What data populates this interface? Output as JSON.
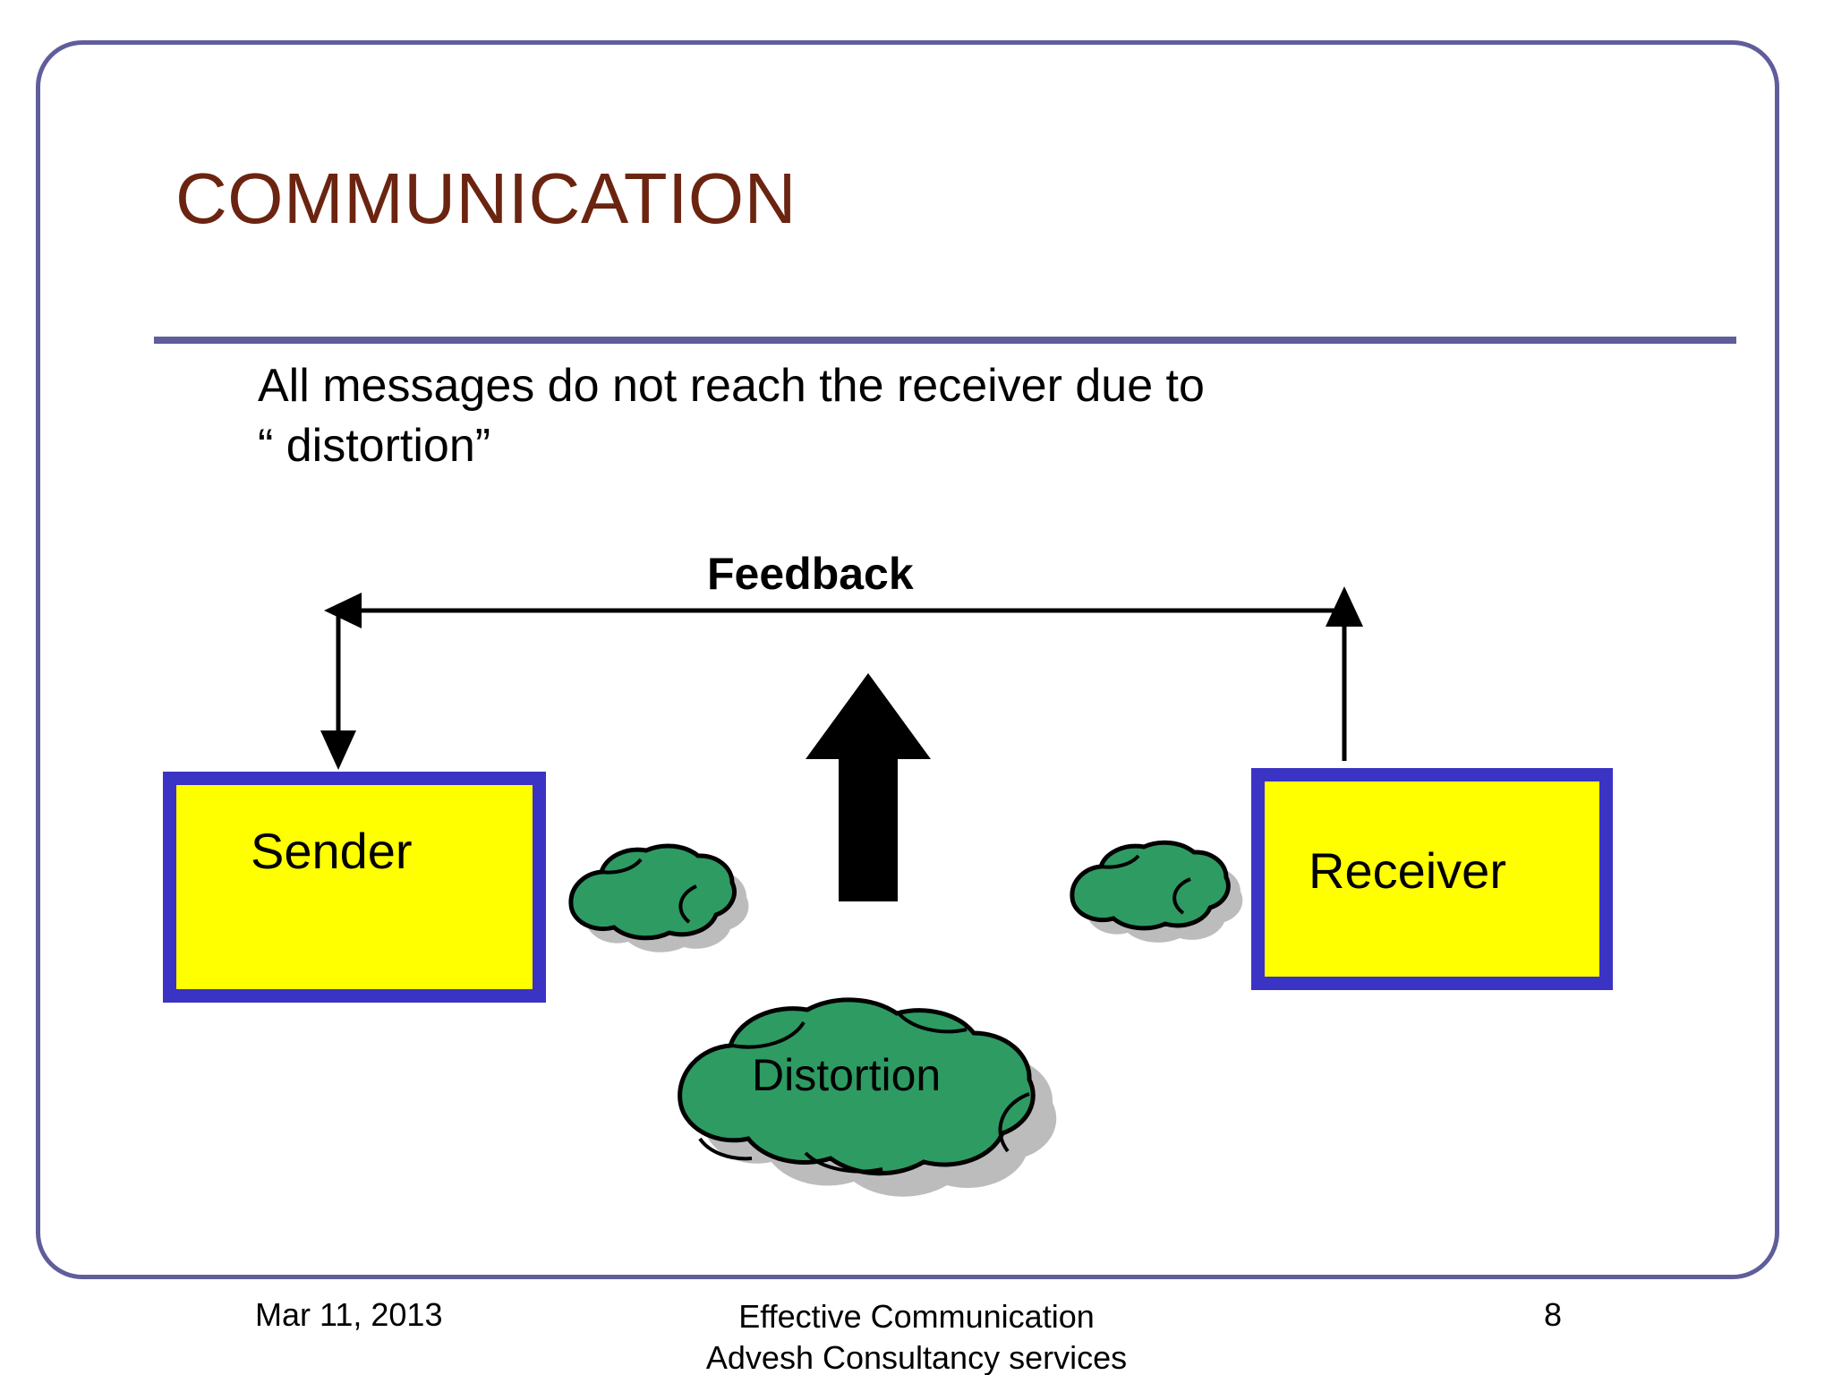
{
  "slide": {
    "title": "COMMUNICATION",
    "body_lines": [
      "All messages do not reach the receiver due to",
      "“ distortion”"
    ],
    "diagram": {
      "feedback_label": "Feedback",
      "sender_label": "Sender",
      "receiver_label": "Receiver",
      "distortion_label": "Distortion"
    },
    "footer": {
      "date": "Mar 11, 2013",
      "center_line1": "Effective Communication",
      "center_line2": "Advesh Consultancy services",
      "page_number": "8"
    },
    "colors": {
      "title": "#6b2410",
      "rule": "#5f5e9b",
      "frame": "#5f5e9b",
      "box_fill": "#ffff00",
      "box_border": "#3a33c4",
      "cloud_fill": "#2e9b63",
      "cloud_outline": "#000000",
      "cloud_shadow": "#858585",
      "arrow": "#000000",
      "text": "#000000",
      "background": "#ffffff"
    }
  }
}
